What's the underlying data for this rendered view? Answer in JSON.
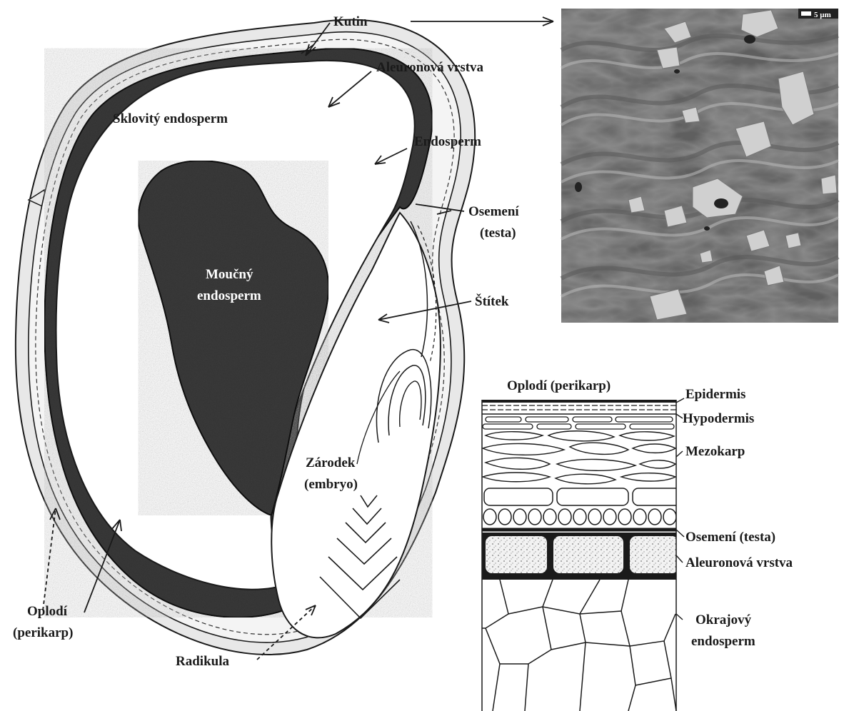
{
  "labels": {
    "kutin": "Kutin",
    "aleuronova_vrstva_top": "Aleuronová vrstva",
    "sklovity_endosperm": "Sklovitý endosperm",
    "endosperm": "Endosperm",
    "osemeni_l1": "Osemení",
    "osemeni_l2": "(testa)",
    "mouchny_l1": "Moučný",
    "mouchny_l2": "endosperm",
    "stitek": "Štítek",
    "zarodek_l1": "Zárodek",
    "zarodek_l2": "(embryo)",
    "oplodi_left_l1": "Oplodí",
    "oplodi_left_l2": "(perikarp)",
    "radikula": "Radikula",
    "micrograph_scale": "5 µm"
  },
  "layers_panel": {
    "title": "Oplodí (perikarp)",
    "labels": {
      "epidermis": "Epidermis",
      "hypodermis": "Hypodermis",
      "mezokarp": "Mezokarp",
      "osemeni": "Osemení (testa)",
      "aleuronova": "Aleuronová vrstva",
      "okrajovy_l1": "Okrajový",
      "okrajovy_l2": "endosperm"
    }
  },
  "colors": {
    "line": "#1a1a1a",
    "seed_coat": "#e6e6e6",
    "aleurone_band": "#3a3a3a",
    "floury_endosperm": "#3b3b3b",
    "micrograph_bg": "#8a8a8a"
  }
}
